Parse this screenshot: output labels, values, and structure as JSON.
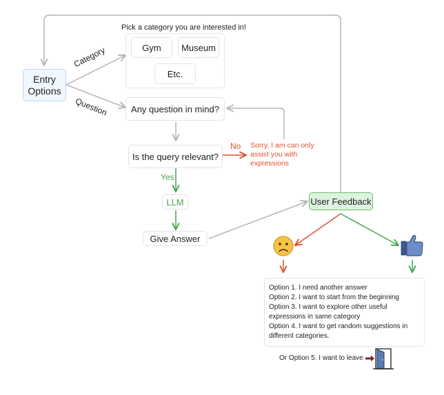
{
  "nodes": {
    "entry": "Entry\nOptions",
    "category_prompt": "Pick a category you are interested in!",
    "gym": "Gym",
    "museum": "Museum",
    "etc": "Etc.",
    "question": "Any question in mind?",
    "relevant": "Is the query relevant?",
    "sorry": "Sorry, I am can only assist you with expressions",
    "llm": "LLM",
    "answer": "Give Answer",
    "feedback": "User Feedback",
    "options": [
      "Option 1. I need another answer",
      "Option 2. I want to start from the beginning",
      "Option 3. I want to explore other useful expressions in same category",
      "Option 4. I want to get random suggestions in different categories."
    ],
    "leave": "Or Option 5. I want to leave"
  },
  "edge_labels": {
    "category": "Category",
    "question": "Question",
    "no": "No",
    "yes": "Yes"
  },
  "colors": {
    "neutral": "#b5b5b5",
    "red": "#e0502d",
    "green": "#45a64f",
    "entry_bg": "#f1f7ff",
    "entry_border": "#bcd7f3",
    "feedback_bg": "#dff2df",
    "feedback_border": "#6cbf6c"
  },
  "icons": [
    "sad-face-icon",
    "thumbs-up-icon",
    "exit-door-icon"
  ]
}
